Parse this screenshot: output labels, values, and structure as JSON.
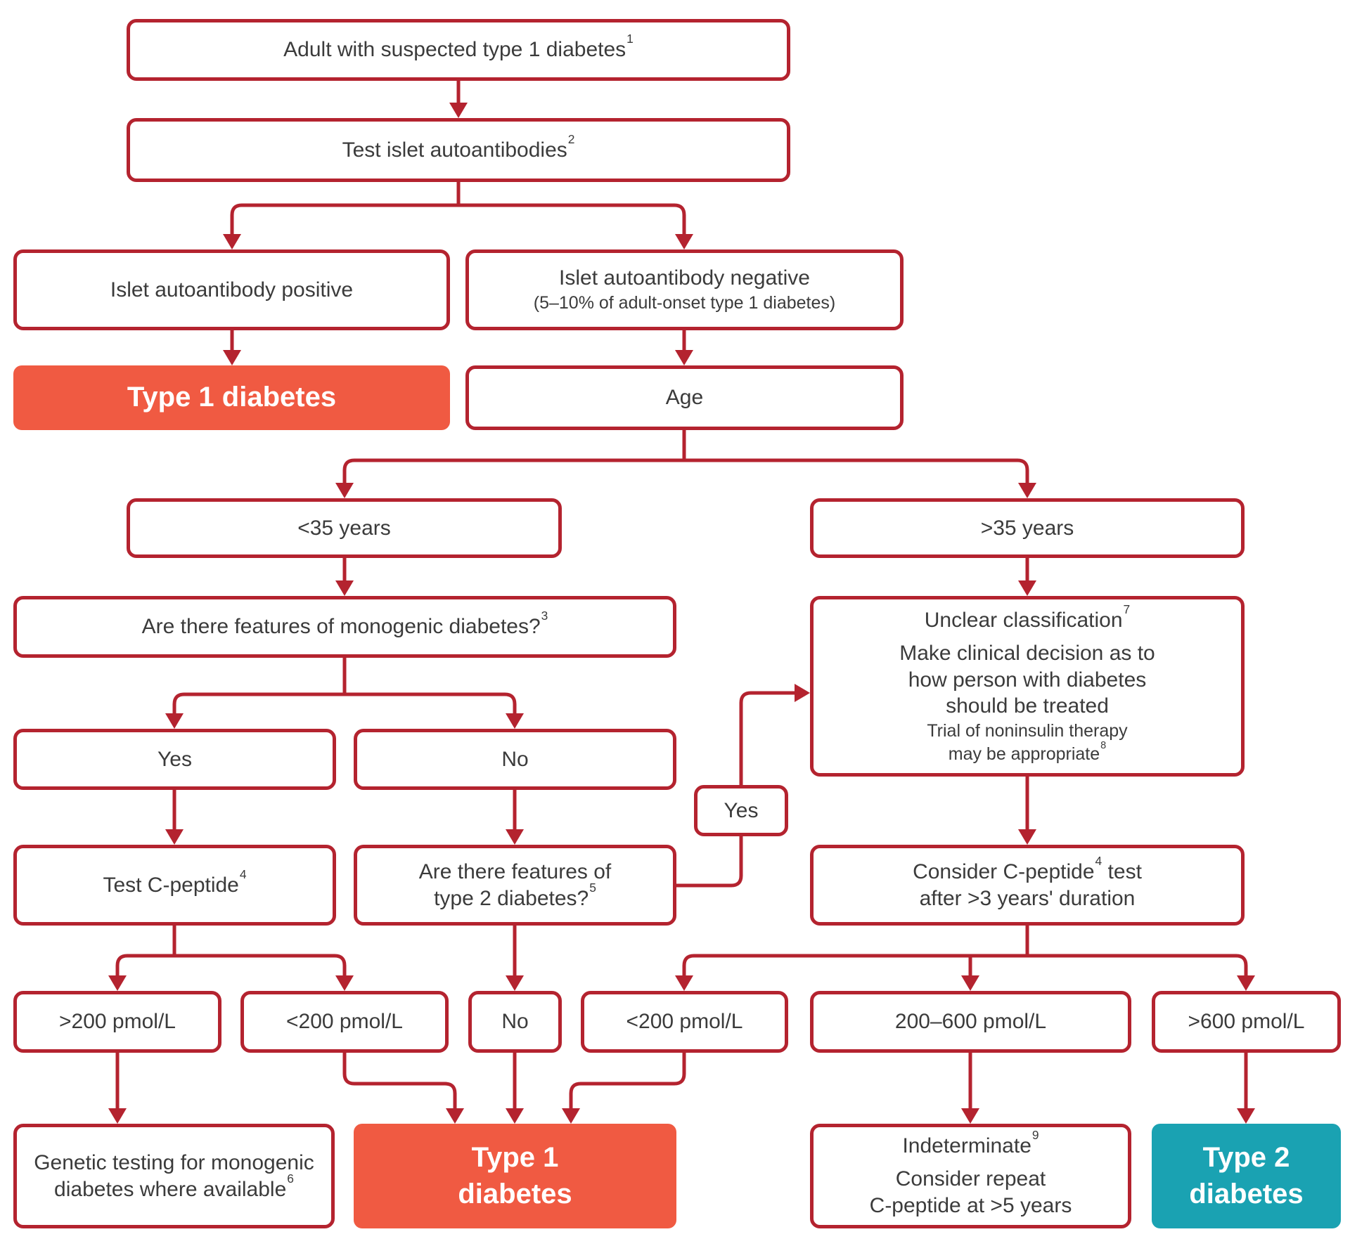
{
  "title": "Adult suspected type 1 diabetes classification flowchart",
  "colors": {
    "border_and_arrows": "#b4232f",
    "type1_fill": "#f05a42",
    "type2_fill": "#1aa2b2",
    "text": "#3b3b3b",
    "background": "#ffffff"
  },
  "boxes": {
    "adult": {
      "lines": [
        {
          "parts": [
            {
              "t": "Adult with suspected type 1 diabetes"
            },
            {
              "s": "1"
            }
          ]
        }
      ]
    },
    "testIslet": {
      "lines": [
        {
          "parts": [
            {
              "t": "Test islet autoantibodies"
            },
            {
              "s": "2"
            }
          ]
        }
      ]
    },
    "iabPos": {
      "lines": [
        {
          "parts": [
            {
              "t": "Islet autoantibody positive"
            }
          ]
        }
      ]
    },
    "iabNeg": {
      "lines": [
        {
          "parts": [
            {
              "t": "Islet autoantibody negative"
            }
          ]
        },
        {
          "cls": "small",
          "parts": [
            {
              "t": "(5–10% of adult-onset type 1 diabetes)"
            }
          ]
        }
      ]
    },
    "t1dTop": {
      "lines": [
        {
          "parts": [
            {
              "t": "Type 1 diabetes"
            }
          ]
        }
      ]
    },
    "age": {
      "lines": [
        {
          "parts": [
            {
              "t": "Age"
            }
          ]
        }
      ]
    },
    "lt35": {
      "lines": [
        {
          "parts": [
            {
              "t": "<35 years"
            }
          ]
        }
      ]
    },
    "gt35": {
      "lines": [
        {
          "parts": [
            {
              "t": ">35 years"
            }
          ]
        }
      ]
    },
    "monogenic": {
      "lines": [
        {
          "parts": [
            {
              "t": "Are there features of monogenic diabetes?"
            },
            {
              "s": "3"
            }
          ]
        }
      ]
    },
    "unclear": {
      "lines": [
        {
          "parts": [
            {
              "t": "Unclear classification"
            },
            {
              "s": "7"
            }
          ]
        },
        {
          "cls": "gap",
          "parts": [
            {
              "t": "Make clinical decision as to"
            }
          ]
        },
        {
          "parts": [
            {
              "t": "how person with diabetes"
            }
          ]
        },
        {
          "parts": [
            {
              "t": "should be treated"
            }
          ]
        },
        {
          "cls": "small",
          "parts": [
            {
              "t": "Trial of noninsulin therapy"
            }
          ]
        },
        {
          "cls": "small",
          "parts": [
            {
              "t": "may be appropriate"
            },
            {
              "s": "8"
            }
          ]
        }
      ]
    },
    "yes": {
      "lines": [
        {
          "parts": [
            {
              "t": "Yes"
            }
          ]
        }
      ]
    },
    "no": {
      "lines": [
        {
          "parts": [
            {
              "t": "No"
            }
          ]
        }
      ]
    },
    "yesSmall": {
      "lines": [
        {
          "parts": [
            {
              "t": "Yes"
            }
          ]
        }
      ]
    },
    "testCpep": {
      "lines": [
        {
          "parts": [
            {
              "t": "Test C-peptide"
            },
            {
              "s": "4"
            }
          ]
        }
      ]
    },
    "t2feat": {
      "lines": [
        {
          "parts": [
            {
              "t": "Are there features of"
            }
          ]
        },
        {
          "parts": [
            {
              "t": "type 2 diabetes?"
            },
            {
              "s": "5"
            }
          ]
        }
      ]
    },
    "consider": {
      "lines": [
        {
          "parts": [
            {
              "t": "Consider C-peptide"
            },
            {
              "s": "4"
            },
            {
              "t": " test"
            }
          ]
        },
        {
          "parts": [
            {
              "t": "after >3 years' duration"
            }
          ]
        }
      ]
    },
    "p200": {
      "lines": [
        {
          "parts": [
            {
              "t": ">200 pmol/L"
            }
          ]
        }
      ]
    },
    "l200a": {
      "lines": [
        {
          "parts": [
            {
              "t": "<200 pmol/L"
            }
          ]
        }
      ]
    },
    "no2": {
      "lines": [
        {
          "parts": [
            {
              "t": "No"
            }
          ]
        }
      ]
    },
    "l200b": {
      "lines": [
        {
          "parts": [
            {
              "t": "<200 pmol/L"
            }
          ]
        }
      ]
    },
    "mid200600": {
      "lines": [
        {
          "parts": [
            {
              "t": "200–600 pmol/L"
            }
          ]
        }
      ]
    },
    "g600": {
      "lines": [
        {
          "parts": [
            {
              "t": ">600 pmol/L"
            }
          ]
        }
      ]
    },
    "genetic": {
      "lines": [
        {
          "parts": [
            {
              "t": "Genetic testing for monogenic"
            }
          ]
        },
        {
          "parts": [
            {
              "t": "diabetes where available"
            },
            {
              "s": "6"
            }
          ]
        }
      ]
    },
    "t1dBottom": {
      "lines": [
        {
          "parts": [
            {
              "t": "Type 1"
            }
          ]
        },
        {
          "parts": [
            {
              "t": "diabetes"
            }
          ]
        }
      ]
    },
    "indeterminate": {
      "lines": [
        {
          "parts": [
            {
              "t": "Indeterminate"
            },
            {
              "s": "9"
            }
          ]
        },
        {
          "cls": "gap",
          "parts": [
            {
              "t": "Consider repeat"
            }
          ]
        },
        {
          "parts": [
            {
              "t": "C-peptide at >5 years"
            }
          ]
        }
      ]
    },
    "t2d": {
      "lines": [
        {
          "parts": [
            {
              "t": "Type 2"
            }
          ]
        },
        {
          "parts": [
            {
              "t": "diabetes"
            }
          ]
        }
      ]
    }
  },
  "edges": [
    {
      "from": "adult",
      "to": "testIslet"
    },
    {
      "from": "testIslet",
      "to": "iabPos"
    },
    {
      "from": "testIslet",
      "to": "iabNeg"
    },
    {
      "from": "iabPos",
      "to": "t1dTop"
    },
    {
      "from": "iabNeg",
      "to": "age"
    },
    {
      "from": "age",
      "to": "lt35"
    },
    {
      "from": "age",
      "to": "gt35"
    },
    {
      "from": "lt35",
      "to": "monogenic"
    },
    {
      "from": "gt35",
      "to": "unclear"
    },
    {
      "from": "monogenic",
      "to": "yes"
    },
    {
      "from": "monogenic",
      "to": "no"
    },
    {
      "from": "yes",
      "to": "testCpep"
    },
    {
      "from": "no",
      "to": "t2feat"
    },
    {
      "from": "t2feat",
      "to": "unclear",
      "label": "Yes"
    },
    {
      "from": "unclear",
      "to": "consider"
    },
    {
      "from": "testCpep",
      "to": "p200"
    },
    {
      "from": "testCpep",
      "to": "l200a"
    },
    {
      "from": "t2feat",
      "to": "no2"
    },
    {
      "from": "consider",
      "to": "l200b"
    },
    {
      "from": "consider",
      "to": "mid200600"
    },
    {
      "from": "consider",
      "to": "g600"
    },
    {
      "from": "p200",
      "to": "genetic"
    },
    {
      "from": "l200a",
      "to": "t1dBottom"
    },
    {
      "from": "no2",
      "to": "t1dBottom"
    },
    {
      "from": "l200b",
      "to": "t1dBottom"
    },
    {
      "from": "mid200600",
      "to": "indeterminate"
    },
    {
      "from": "g600",
      "to": "t2d"
    }
  ]
}
